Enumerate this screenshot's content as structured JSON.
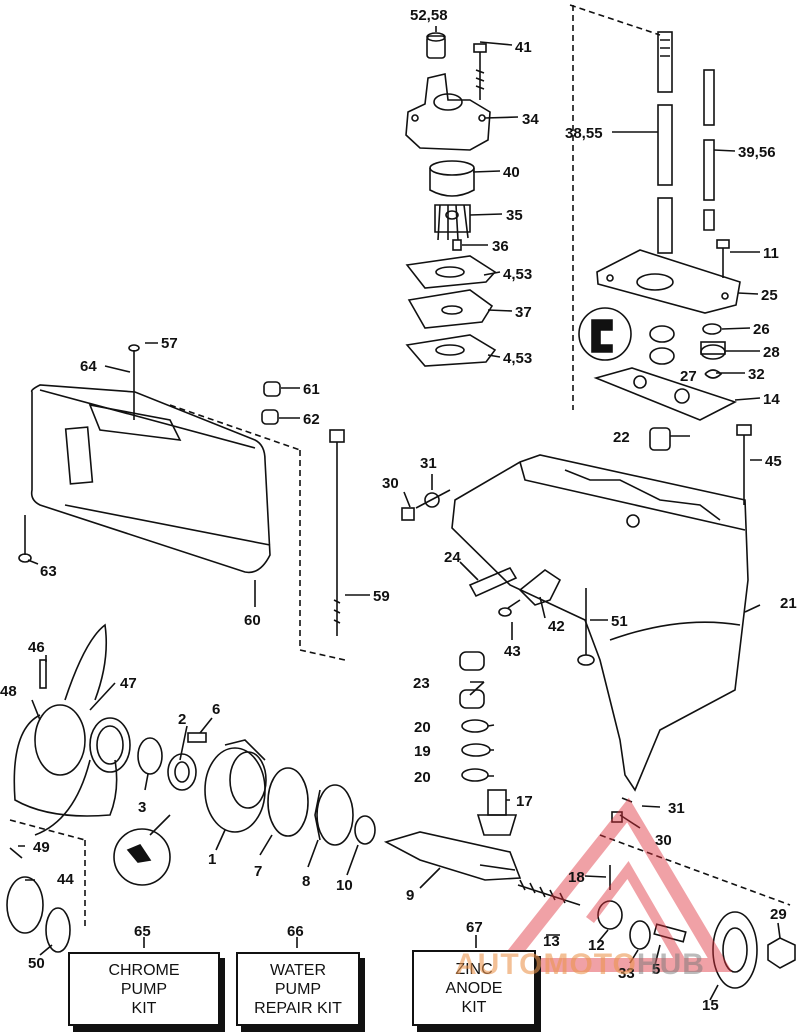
{
  "callouts": {
    "c52_58": "52,58",
    "c41": "41",
    "c34": "34",
    "c40": "40",
    "c35": "35",
    "c36": "36",
    "c4_53a": "4,53",
    "c37": "37",
    "c4_53b": "4,53",
    "c38_55": "38,55",
    "c39_56": "39,56",
    "c11": "11",
    "c25": "25",
    "c26": "26",
    "c28": "28",
    "c27": "27",
    "c32a": "32",
    "c14": "14",
    "c57": "57",
    "c64": "64",
    "c61": "61",
    "c62": "62",
    "c22": "22",
    "c45": "45",
    "c31a": "31",
    "c30a": "30",
    "c63": "63",
    "c60": "60",
    "c59": "59",
    "c24": "24",
    "c42": "42",
    "c43": "43",
    "c51": "51",
    "c21": "21",
    "c46": "46",
    "c47": "47",
    "c48": "48",
    "c2": "2",
    "c6": "6",
    "c3": "3",
    "c1": "1",
    "c7": "7",
    "c8": "8",
    "c10": "10",
    "c9": "9",
    "c23": "23",
    "c20a": "20",
    "c19": "19",
    "c20b": "20",
    "c17": "17",
    "c31b": "31",
    "c30b": "30",
    "c18": "18",
    "c49": "49",
    "c44": "44",
    "c50": "50",
    "c65": "65",
    "c66": "66",
    "c67": "67",
    "c13": "13",
    "c12": "12",
    "c33": "33",
    "c5": "5",
    "c29": "29",
    "c15": "15"
  },
  "kits": {
    "chrome_pump": "CHROME\nPUMP\nKIT",
    "water_pump": "WATER\nPUMP\nREPAIR KIT",
    "zinc_anode": "ZINC\nANODE\nKIT"
  },
  "watermark": {
    "text_a": "AUTOMOTO",
    "text_b": "HUB",
    "color": "#e0303c"
  }
}
